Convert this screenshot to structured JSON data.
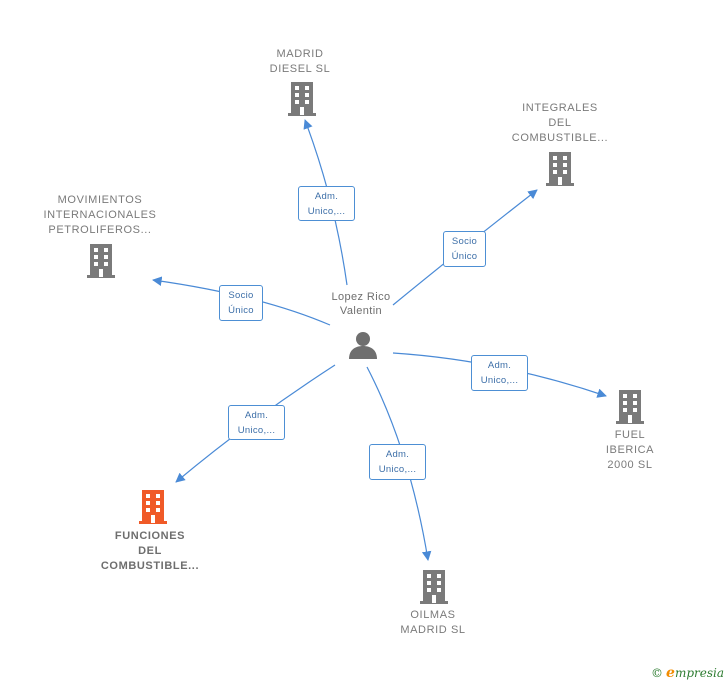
{
  "person": {
    "name": "Lopez Rico\nValentin",
    "icon": "person-icon",
    "color": "#6f6f6f"
  },
  "companies": [
    {
      "key": "madrid_diesel",
      "label": "MADRID\nDIESEL  SL",
      "icon": "building-icon",
      "color": "#7a7a7a"
    },
    {
      "key": "integrales",
      "label": "INTEGRALES\nDEL\nCOMBUSTIBLE...",
      "icon": "building-icon",
      "color": "#7a7a7a"
    },
    {
      "key": "movimientos",
      "label": "MOVIMIENTOS\nINTERNACIONALES\nPETROLIFEROS...",
      "icon": "building-icon",
      "color": "#7a7a7a"
    },
    {
      "key": "fuel_iberica",
      "label": "FUEL\nIBERICA\n2000  SL",
      "icon": "building-icon",
      "color": "#7a7a7a"
    },
    {
      "key": "funciones",
      "label": "FUNCIONES\nDEL\nCOMBUSTIBLE...",
      "icon": "building-icon",
      "color": "#f05a28",
      "highlighted": true
    },
    {
      "key": "oilmas",
      "label": "OILMAS\nMADRID  SL",
      "icon": "building-icon",
      "color": "#7a7a7a"
    }
  ],
  "relations": [
    {
      "target": "madrid_diesel",
      "label": "Adm.\nUnico,..."
    },
    {
      "target": "integrales",
      "label": "Socio\nÚnico"
    },
    {
      "target": "movimientos",
      "label": "Socio\nÚnico"
    },
    {
      "target": "fuel_iberica",
      "label": "Adm.\nUnico,..."
    },
    {
      "target": "funciones",
      "label": "Adm.\nUnico,..."
    },
    {
      "target": "oilmas",
      "label": "Adm.\nUnico,..."
    }
  ],
  "edge_color": "#4a8ad6",
  "footer": {
    "copyright": "©",
    "brand_initial": "e",
    "brand_rest": "mpresia"
  }
}
